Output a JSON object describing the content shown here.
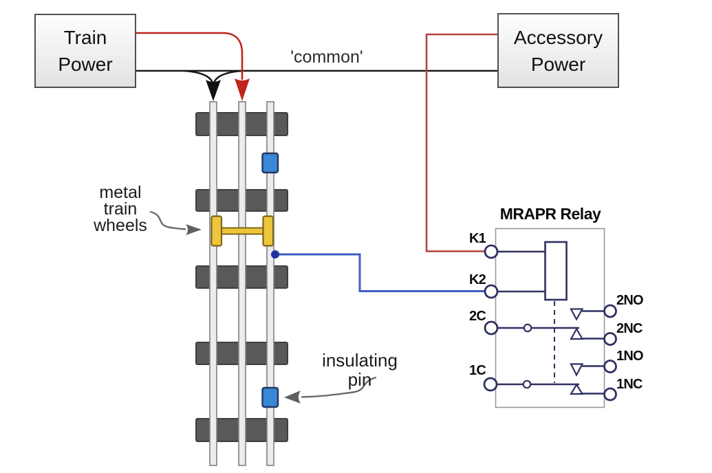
{
  "boxes": {
    "train_power": {
      "label": "Train\nPower"
    },
    "accessory_power": {
      "label": "Accessory\nPower"
    }
  },
  "wire_labels": {
    "common": "'common'"
  },
  "annotations": {
    "metal_wheels": "metal\ntrain\nwheels",
    "insulating_pin": "insulating\npin"
  },
  "relay": {
    "title": "MRAPR Relay",
    "left_terminals": [
      "K1",
      "K2",
      "2C",
      "1C"
    ],
    "right_terminals": [
      "2NO",
      "2NC",
      "1NO",
      "1NC"
    ]
  },
  "colors": {
    "train_power_wire": "#c0241c",
    "accessory_power_wire": "#b2433f",
    "common_wire": "#1a1a1a",
    "track_signal_wire": "#3f5cc0",
    "signal_junction_dot": "#2233a0",
    "relay_symbol": "#2e3060",
    "relay_box_border": "#999999",
    "rail": "#ececec",
    "tie": "#595959",
    "insulating_pin": "#3a87d8",
    "wheel": "#eec63b",
    "annotation_arrow": "#6b6b6b"
  }
}
